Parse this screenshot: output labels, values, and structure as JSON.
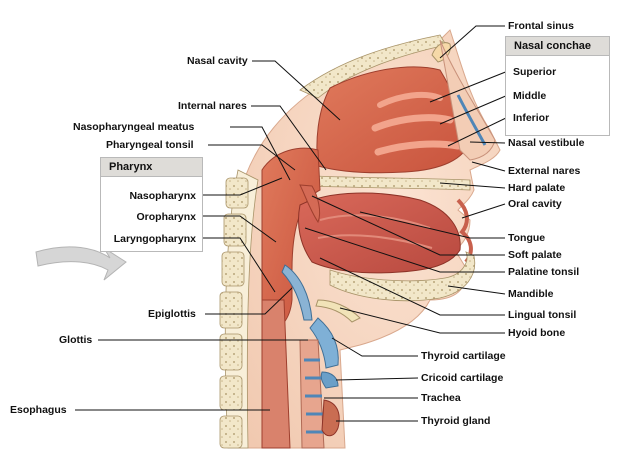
{
  "boxes": {
    "nasal_conchae": {
      "title": "Nasal conchae",
      "items": [
        "Superior",
        "Middle",
        "Inferior"
      ]
    },
    "pharynx": {
      "title": "Pharynx",
      "items": [
        "Nasopharynx",
        "Oropharynx",
        "Laryngopharynx"
      ]
    }
  },
  "labels_left": {
    "nasal_cavity": "Nasal cavity",
    "internal_nares": "Internal nares",
    "nasopharyngeal_meatus": "Nasopharyngeal meatus",
    "pharyngeal_tonsil": "Pharyngeal tonsil",
    "epiglottis": "Epiglottis",
    "glottis": "Glottis",
    "esophagus": "Esophagus"
  },
  "labels_right": {
    "frontal_sinus": "Frontal sinus",
    "nasal_vestibule": "Nasal vestibule",
    "external_nares": "External nares",
    "hard_palate": "Hard palate",
    "oral_cavity": "Oral cavity",
    "tongue": "Tongue",
    "soft_palate": "Soft palate",
    "palatine_tonsil": "Palatine tonsil",
    "mandible": "Mandible",
    "lingual_tonsil": "Lingual tonsil",
    "hyoid_bone": "Hyoid bone",
    "thyroid_cartilage": "Thyroid cartilage",
    "cricoid_cartilage": "Cricoid cartilage",
    "trachea": "Trachea",
    "thyroid_gland": "Thyroid gland"
  }
}
